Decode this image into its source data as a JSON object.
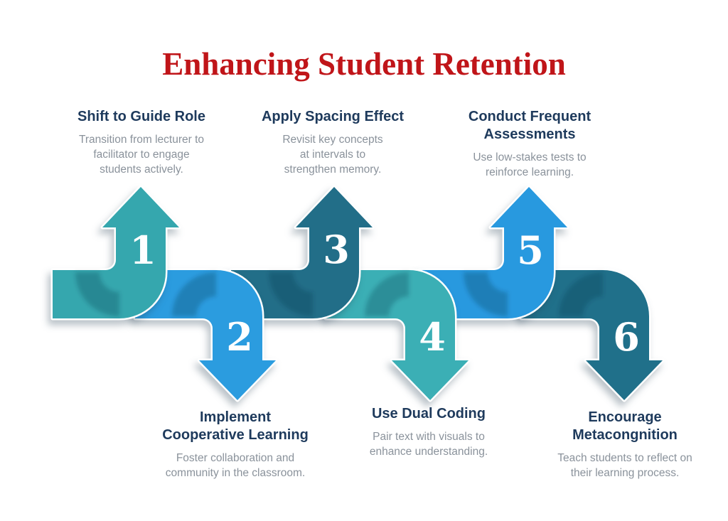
{
  "title": {
    "text": "Enhancing Student Retention",
    "color": "#C01519"
  },
  "text_colors": {
    "heading": "#1E3A5C",
    "description": "#8A929B"
  },
  "steps": [
    {
      "num": "1",
      "direction": "up",
      "color": "#35A7AE",
      "title_lines": [
        "Shift to Guide Role"
      ],
      "desc_lines": [
        "Transition from lecturer to",
        "facilitator to engage",
        "students actively."
      ]
    },
    {
      "num": "2",
      "direction": "down",
      "color": "#2B9CDF",
      "title_lines": [
        "Implement",
        "Cooperative Learning"
      ],
      "desc_lines": [
        "Foster collaboration and",
        "community in the classroom."
      ]
    },
    {
      "num": "3",
      "direction": "up",
      "color": "#226E88",
      "title_lines": [
        "Apply Spacing Effect"
      ],
      "desc_lines": [
        "Revisit key concepts",
        "at intervals to",
        "strengthen memory."
      ]
    },
    {
      "num": "4",
      "direction": "down",
      "color": "#3BAFB5",
      "title_lines": [
        "Use Dual Coding"
      ],
      "desc_lines": [
        "Pair text with visuals to",
        "enhance understanding."
      ]
    },
    {
      "num": "5",
      "direction": "up",
      "color": "#2899DF",
      "title_lines": [
        "Conduct Frequent",
        "Assessments"
      ],
      "desc_lines": [
        "Use low-stakes tests to",
        "reinforce learning."
      ]
    },
    {
      "num": "6",
      "direction": "down",
      "color": "#20708A",
      "title_lines": [
        "Encourage",
        "Metacongnition"
      ],
      "desc_lines": [
        "Teach students to reflect on",
        "their learning process."
      ]
    }
  ]
}
